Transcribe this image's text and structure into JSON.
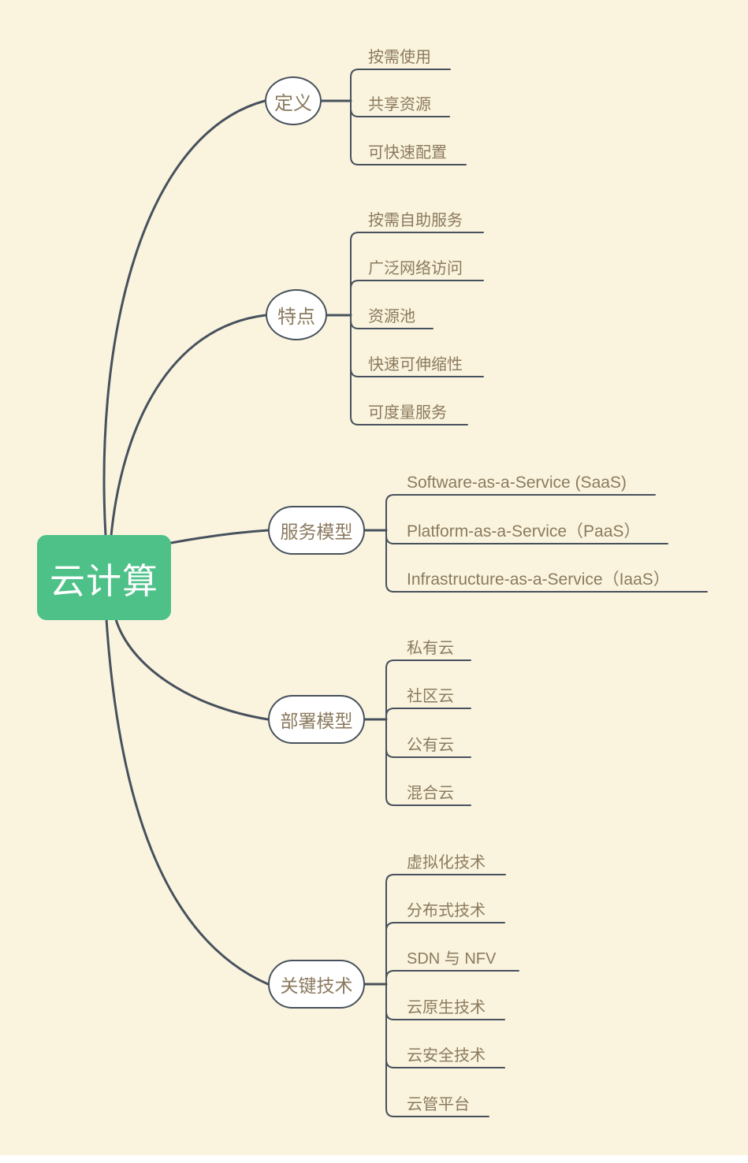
{
  "title": "云计算思维导图",
  "colors": {
    "background": "#FAF4DE",
    "line": "#47515D",
    "text": "#8B7A5E",
    "root_fill": "#4EC189",
    "root_text": "#FFFFFF",
    "node_fill": "#FFFFFF",
    "node_border": "#47515D"
  },
  "root": {
    "label": "云计算"
  },
  "branches": [
    {
      "label": "定义",
      "children": [
        "按需使用",
        "共享资源",
        "可快速配置"
      ]
    },
    {
      "label": "特点",
      "children": [
        "按需自助服务",
        "广泛网络访问",
        "资源池",
        "快速可伸缩性",
        "可度量服务"
      ]
    },
    {
      "label": "服务模型",
      "children": [
        "Software-as-a-Service (SaaS)",
        "Platform-as-a-Service（PaaS）",
        "Infrastructure-as-a-Service（IaaS）"
      ]
    },
    {
      "label": "部署模型",
      "children": [
        "私有云",
        "社区云",
        "公有云",
        "混合云"
      ]
    },
    {
      "label": "关键技术",
      "children": [
        "虚拟化技术",
        "分布式技术",
        "SDN 与 NFV",
        "云原生技术",
        "云安全技术",
        "云管平台"
      ]
    }
  ]
}
